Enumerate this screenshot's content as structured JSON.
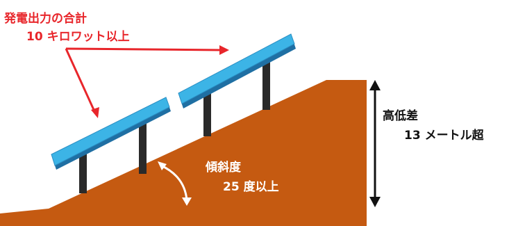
{
  "output": {
    "line1": "発電出力の合計",
    "line2": "10 キロワット以上"
  },
  "slope": {
    "line1": "傾斜度",
    "line2": "25 度以上"
  },
  "height_difference": {
    "line1": "高低差",
    "line2": "13 メートル超"
  },
  "colors": {
    "ground": "#c55a11",
    "panel": "#3cb4e6",
    "panel_edge": "#1f6fa3",
    "post": "#2a2a2a",
    "annotation_red": "#e8262b"
  }
}
